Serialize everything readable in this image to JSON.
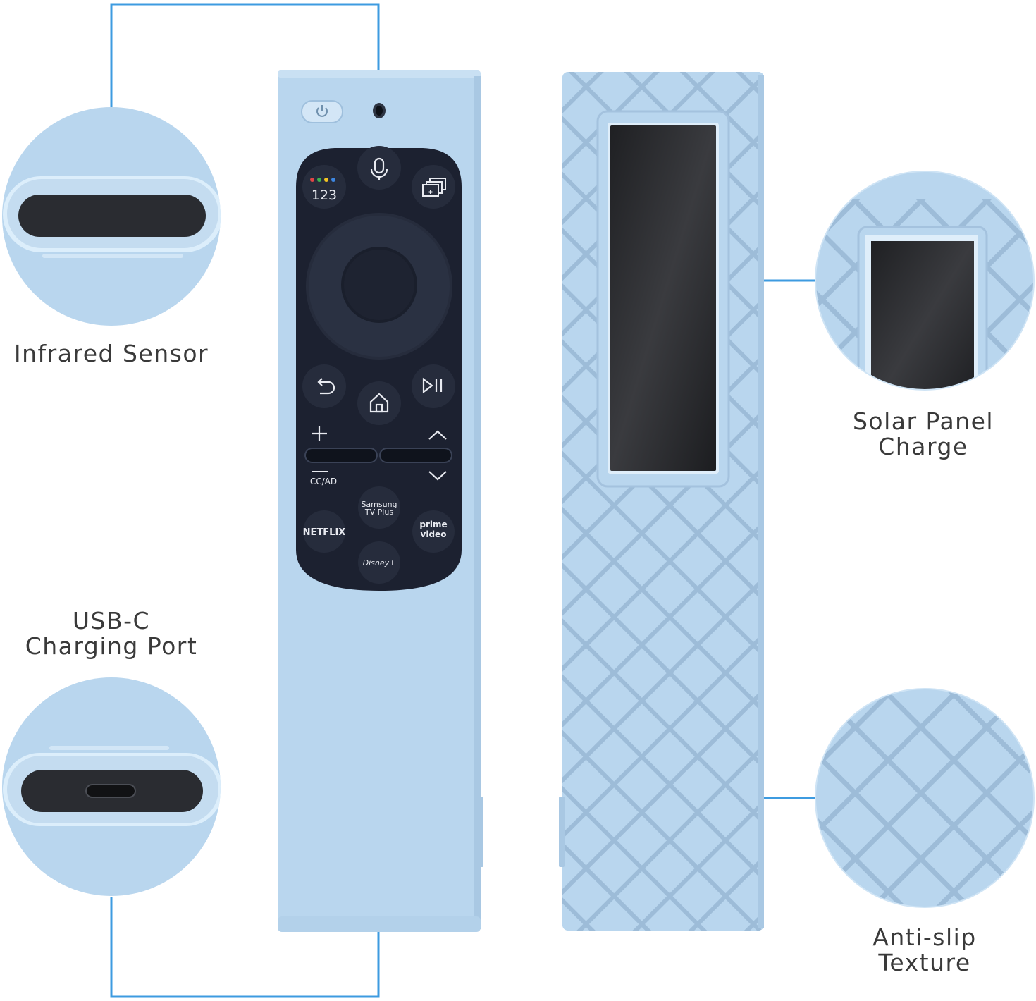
{
  "colors": {
    "case_blue": "#b9d6ee",
    "case_shadow": "#a7c6e1",
    "callout_line": "#3d9be0",
    "remote_face": "#1c2130",
    "solar": "#2b2c30",
    "label_text": "#3a3a3a"
  },
  "callouts": {
    "infrared": {
      "title": "Infrared Sensor"
    },
    "usbc": {
      "line1": "USB-C",
      "line2": "Charging Port"
    },
    "solar": {
      "line1": "Solar Panel",
      "line2": "Charge"
    },
    "antislip": {
      "line1": "Anti-slip",
      "line2": "Texture"
    }
  },
  "remote": {
    "buttons": {
      "numbers": "123",
      "cc_ad": "CC/AD",
      "samsung_line1": "Samsung",
      "samsung_line2": "TV Plus",
      "netflix": "NETFLIX",
      "prime_line1": "prime",
      "prime_line2": "video",
      "disney": "Disney+"
    },
    "icons": [
      "power-icon",
      "microphone-icon",
      "multiview-icon",
      "back-icon",
      "home-icon",
      "play-pause-icon",
      "volume-plus-icon",
      "volume-minus-icon",
      "channel-up-icon",
      "channel-down-icon"
    ]
  }
}
